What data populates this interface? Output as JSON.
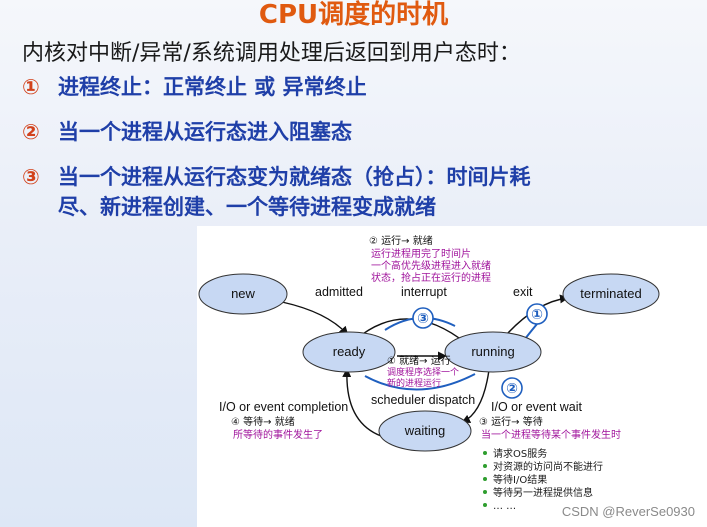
{
  "title": "CPU调度的时机",
  "intro": "内核对中断/异常/系统调用处理后返回到用户态时：",
  "items": [
    {
      "num": "①",
      "text": "进程终止：正常终止 或 异常终止"
    },
    {
      "num": "②",
      "text": "当一个进程从运行态进入阻塞态"
    },
    {
      "num": "③",
      "text": "当一个进程从运行态变为就绪态（抢占）：时间片耗",
      "text2": "尽、新进程创建、一个等待进程变成就绪"
    }
  ],
  "diagram": {
    "states": {
      "new": "new",
      "ready": "ready",
      "running": "running",
      "waiting": "waiting",
      "terminated": "terminated"
    },
    "edges": {
      "admitted": "admitted",
      "interrupt": "interrupt",
      "exit": "exit",
      "scheduler_dispatch": "scheduler dispatch",
      "io_completion": "I/O or event completion",
      "io_wait": "I/O or event wait"
    },
    "badges": [
      "①",
      "②",
      "③"
    ],
    "note_interrupt": {
      "head": "② 运行→ 就绪",
      "lines": [
        "运行进程用完了时间片",
        "一个高优先级进程进入就绪",
        "状态，抢占正在运行的进程"
      ]
    },
    "note_dispatch": {
      "head": "① 就绪→ 运行",
      "lines": [
        "调度程序选择一个",
        "新的进程运行"
      ]
    },
    "note_completion": {
      "head": "④ 等待→ 就绪",
      "lines": [
        "所等待的事件发生了"
      ]
    },
    "note_wait": {
      "head": "③ 运行→ 等待",
      "lines": [
        "当一个进程等待某个事件发生时"
      ]
    },
    "wait_reasons": [
      "请求OS服务",
      "对资源的访问尚不能进行",
      "等待I/O结果",
      "等待另一进程提供信息",
      "… …"
    ]
  },
  "watermark": "CSDN @ReverSe0930",
  "colors": {
    "title": "#e05a10",
    "bullet_text": "#1f3fa8",
    "bullet_num": "#d2421c",
    "node_fill": "#c7d8f3",
    "note_purple": "#a0149c",
    "badge": "#1f5fbf",
    "green_dot": "#2e9e2e"
  }
}
